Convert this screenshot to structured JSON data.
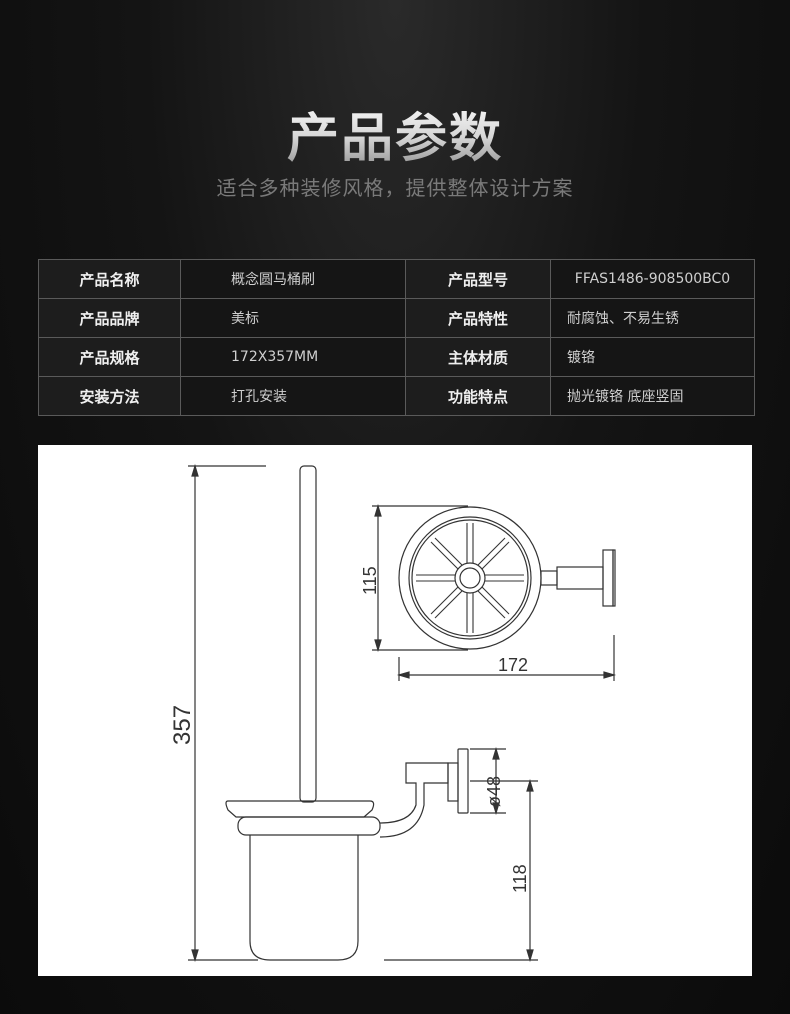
{
  "header": {
    "title": "产品参数",
    "subtitle": "适合多种装修风格，提供整体设计方案"
  },
  "params": {
    "rows": [
      [
        {
          "label": "产品名称",
          "value": "概念圆马桶刷"
        },
        {
          "label": "产品型号",
          "value": "FFAS1486-908500BC0"
        }
      ],
      [
        {
          "label": "产品品牌",
          "value": "美标"
        },
        {
          "label": "产品特性",
          "value": "耐腐蚀、不易生锈"
        }
      ],
      [
        {
          "label": "产品规格",
          "value": "172X357MM"
        },
        {
          "label": "主体材质",
          "value": "镀铬"
        }
      ],
      [
        {
          "label": "安装方法",
          "value": "打孔安装"
        },
        {
          "label": "功能特点",
          "value": "抛光镀铬 底座竖固"
        }
      ]
    ]
  },
  "drawing": {
    "dim_total_height": "357",
    "dim_holder_height": "115",
    "dim_depth": "172",
    "dim_flange": "ø48",
    "dim_mount_height": "118"
  }
}
